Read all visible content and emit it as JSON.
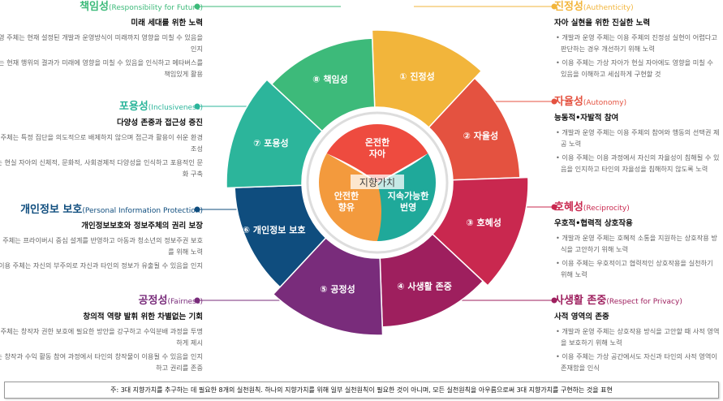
{
  "center": {
    "title": "지향가치",
    "values": [
      {
        "label1": "온전한",
        "label2": "자아",
        "color": "#ee4b3f"
      },
      {
        "label1": "지속가능한",
        "label2": "번영",
        "color": "#1fa99a"
      },
      {
        "label1": "안전한",
        "label2": "향유",
        "color": "#f39a3d"
      }
    ]
  },
  "segments": [
    {
      "label": "① 진정성",
      "color": "#f2b53b"
    },
    {
      "label": "② 자율성",
      "color": "#e45240"
    },
    {
      "label": "③ 호혜성",
      "color": "#c9284f"
    },
    {
      "label": "④ 사생활 존중",
      "color": "#9e1f5e"
    },
    {
      "label": "⑤ 공정성",
      "color": "#792c7b"
    },
    {
      "label": "⑥ 개인정보 보호",
      "color": "#0f4d7e"
    },
    {
      "label": "⑦ 포용성",
      "color": "#2cb59b"
    },
    {
      "label": "⑧ 책임성",
      "color": "#3dba7a"
    }
  ],
  "principles": {
    "responsibility": {
      "title": "책임성",
      "en": "(Responsibility for Future)",
      "color": "#3dba7a",
      "subtitle": "미래 세대를 위한 노력",
      "bullets": [
        "• 개발과 운영 주체는 현재 설정된 개발과 운영방식이 미래까지 영향을 미칠 수 있음을 인지",
        "• 이용 주체는 현재 행위의 결과가 미래에 영향을 미칠 수 있음을 인식하고 메타버스를 책임있게 활용"
      ]
    },
    "inclusiveness": {
      "title": "포용성",
      "en": "(Inclusiveness)",
      "color": "#2cb59b",
      "subtitle": "다양성 존중과 접근성 증진",
      "bullets": [
        "• 개발과 운영 주체는 특정 집단을 의도적으로 배제하지 않으며 접근과 활용이 쉬운 환경 조성",
        "• 이용 주체는 현실 자아의 신체적, 문화적, 사회경제적 다양성을 인식하고 포용적인 문화 구축"
      ]
    },
    "privacy_protection": {
      "title": "개인정보 보호",
      "en": "(Personal Information Protection)",
      "color": "#0f4d7e",
      "subtitle": "개인정보보호와 정보주체의 권리 보장",
      "bullets": [
        "• 개발과 운영 주체는 프라이버시 중심 설계를 반영하고 아동과 청소년의 정보주권 보호를 위해 노력",
        "• 이용 주체는 자신의 부주의로 자신과 타인의 정보가 유출될 수 있음을 인지"
      ]
    },
    "fairness": {
      "title": "공정성",
      "en": "(Fairness)",
      "color": "#792c7b",
      "subtitle": "창의적 역량 발휘 위한 차별없는 기회",
      "bullets": [
        "• 개발과 운영 주체는 창작자 권한 보호에 필요한 방안을 강구하고 수익분배 과정을 투명하게 제시",
        "• 이용 주체는 창작과 수익 활동 참여 과정에서 타인의 창작물이 이용될 수 있음을 인지하고 권리를 존중"
      ]
    },
    "authenticity": {
      "title": "진정성",
      "en": "(Authenticity)",
      "color": "#f2b53b",
      "subtitle": "자아 실현을 위한 진실한 노력",
      "bullets": [
        "• 개발과 운영 주체는 이용 주체의 진정성 실현이 어렵다고 판단하는 경우 개선하기 위해 노력",
        "• 이용 주체는 가상 자아가 현실 자아에도 영향을 미칠 수 있음을 이해하고 세심하게 구현할 것"
      ]
    },
    "autonomy": {
      "title": "자율성",
      "en": "(Autonomy)",
      "color": "#e45240",
      "subtitle": "능동적•자발적 참여",
      "bullets": [
        "• 개발과 운영 주체는 이용 주체의 참여와 행동의 선택권 제공 노력",
        "• 이용 주체는 이용 과정에서 자신의 자율성이 침해될 수 있음을 인지하고 타인의 자율성을 침해하지 않도록 노력"
      ]
    },
    "reciprocity": {
      "title": "호혜성",
      "en": "(Reciprocity)",
      "color": "#c9284f",
      "subtitle": "우호적•협력적 상호작용",
      "bullets": [
        "• 개발과 운영 주체는 호혜적 소통을 지원하는 상호작용 방식을 고안하기 위해 노력",
        "• 이용 주체는 우호적이고 협력적인 상호작용을 실천하기 위해 노력"
      ]
    },
    "respect_privacy": {
      "title": "사생활 존중",
      "en": "(Respect for Privacy)",
      "color": "#9e1f5e",
      "subtitle": "사적 영역의 존중",
      "bullets": [
        "• 개발과 운영 주체는 상호작용 방식을 고안할 때 사적 영역을 보호하기 위해 노력",
        "• 이용 주체는 가상 공간에서도 자신과 타인의 사적 영역이 존재함을 인식"
      ]
    }
  },
  "footer": "주: 3대 지향가치를 추구하는 데 필요한 8개의 실천원칙. 하나의 지향가치를 위해 일부 실천원칙이 필요한 것이 아니며, 모든 실천원칙을 아우름으로써 3대 지향가치를 구현하는 것을 표현"
}
